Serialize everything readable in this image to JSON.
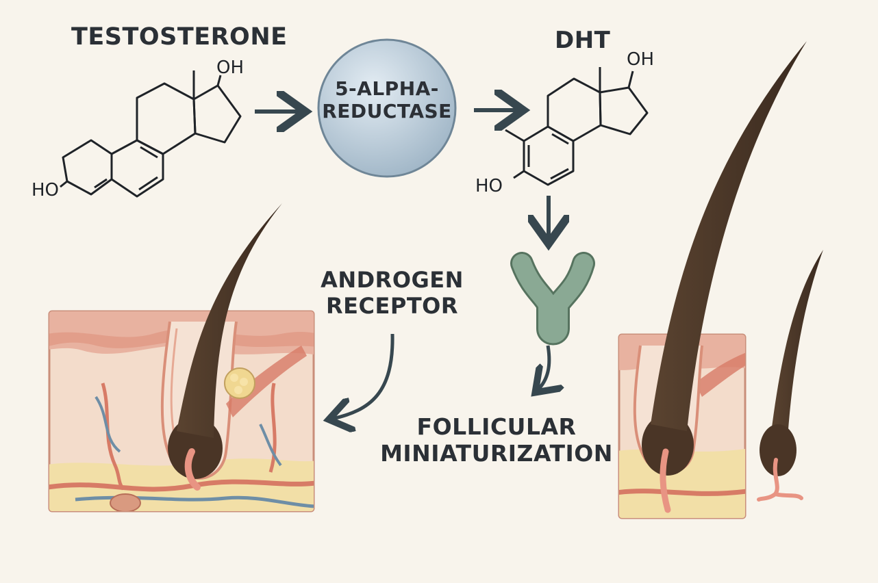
{
  "labels": {
    "testosterone": "TESTOSTERONE",
    "dht": "DHT",
    "enzyme": "5-ALPHA-\nREDUCTASE",
    "receptor": "ANDROGEN\nRECEPTOR",
    "miniaturization": "FOLLICULAR\nMINIATURIZATION"
  },
  "groups": {
    "oh": "OH",
    "ho": "HO"
  },
  "colors": {
    "background": "#f8f4ec",
    "text": "#2b3036",
    "arrow": "#37474f",
    "enzyme_fill": "#c3d3df",
    "receptor_fill": "#8aa994",
    "hair": "#4a3526",
    "skin": "#f3dccb",
    "epidermis": "#e4a895",
    "fat": "#f2dfa7",
    "vessel_red": "#d77b66",
    "vessel_blue": "#6e8ea6"
  }
}
